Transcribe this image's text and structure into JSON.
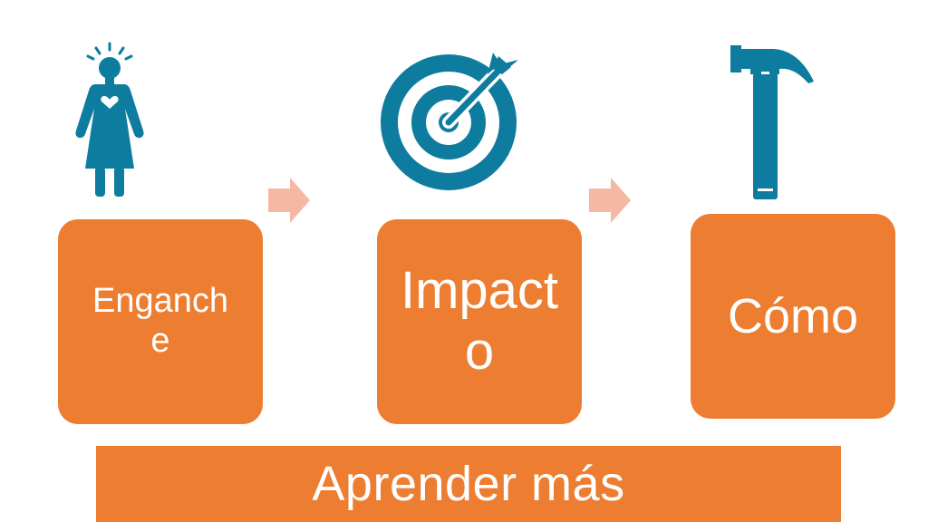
{
  "steps": [
    {
      "label": "Enganche",
      "icon": "woman-heart-icon"
    },
    {
      "label": "Impacto",
      "icon": "target-arrow-icon"
    },
    {
      "label": "Cómo",
      "icon": "hammer-icon"
    }
  ],
  "banner": {
    "label": "Aprender más"
  },
  "colors": {
    "box": "#ED7D31",
    "icon": "#0E7C9E",
    "arrow": "#F4B8A4",
    "background": "#FFFFFF"
  }
}
